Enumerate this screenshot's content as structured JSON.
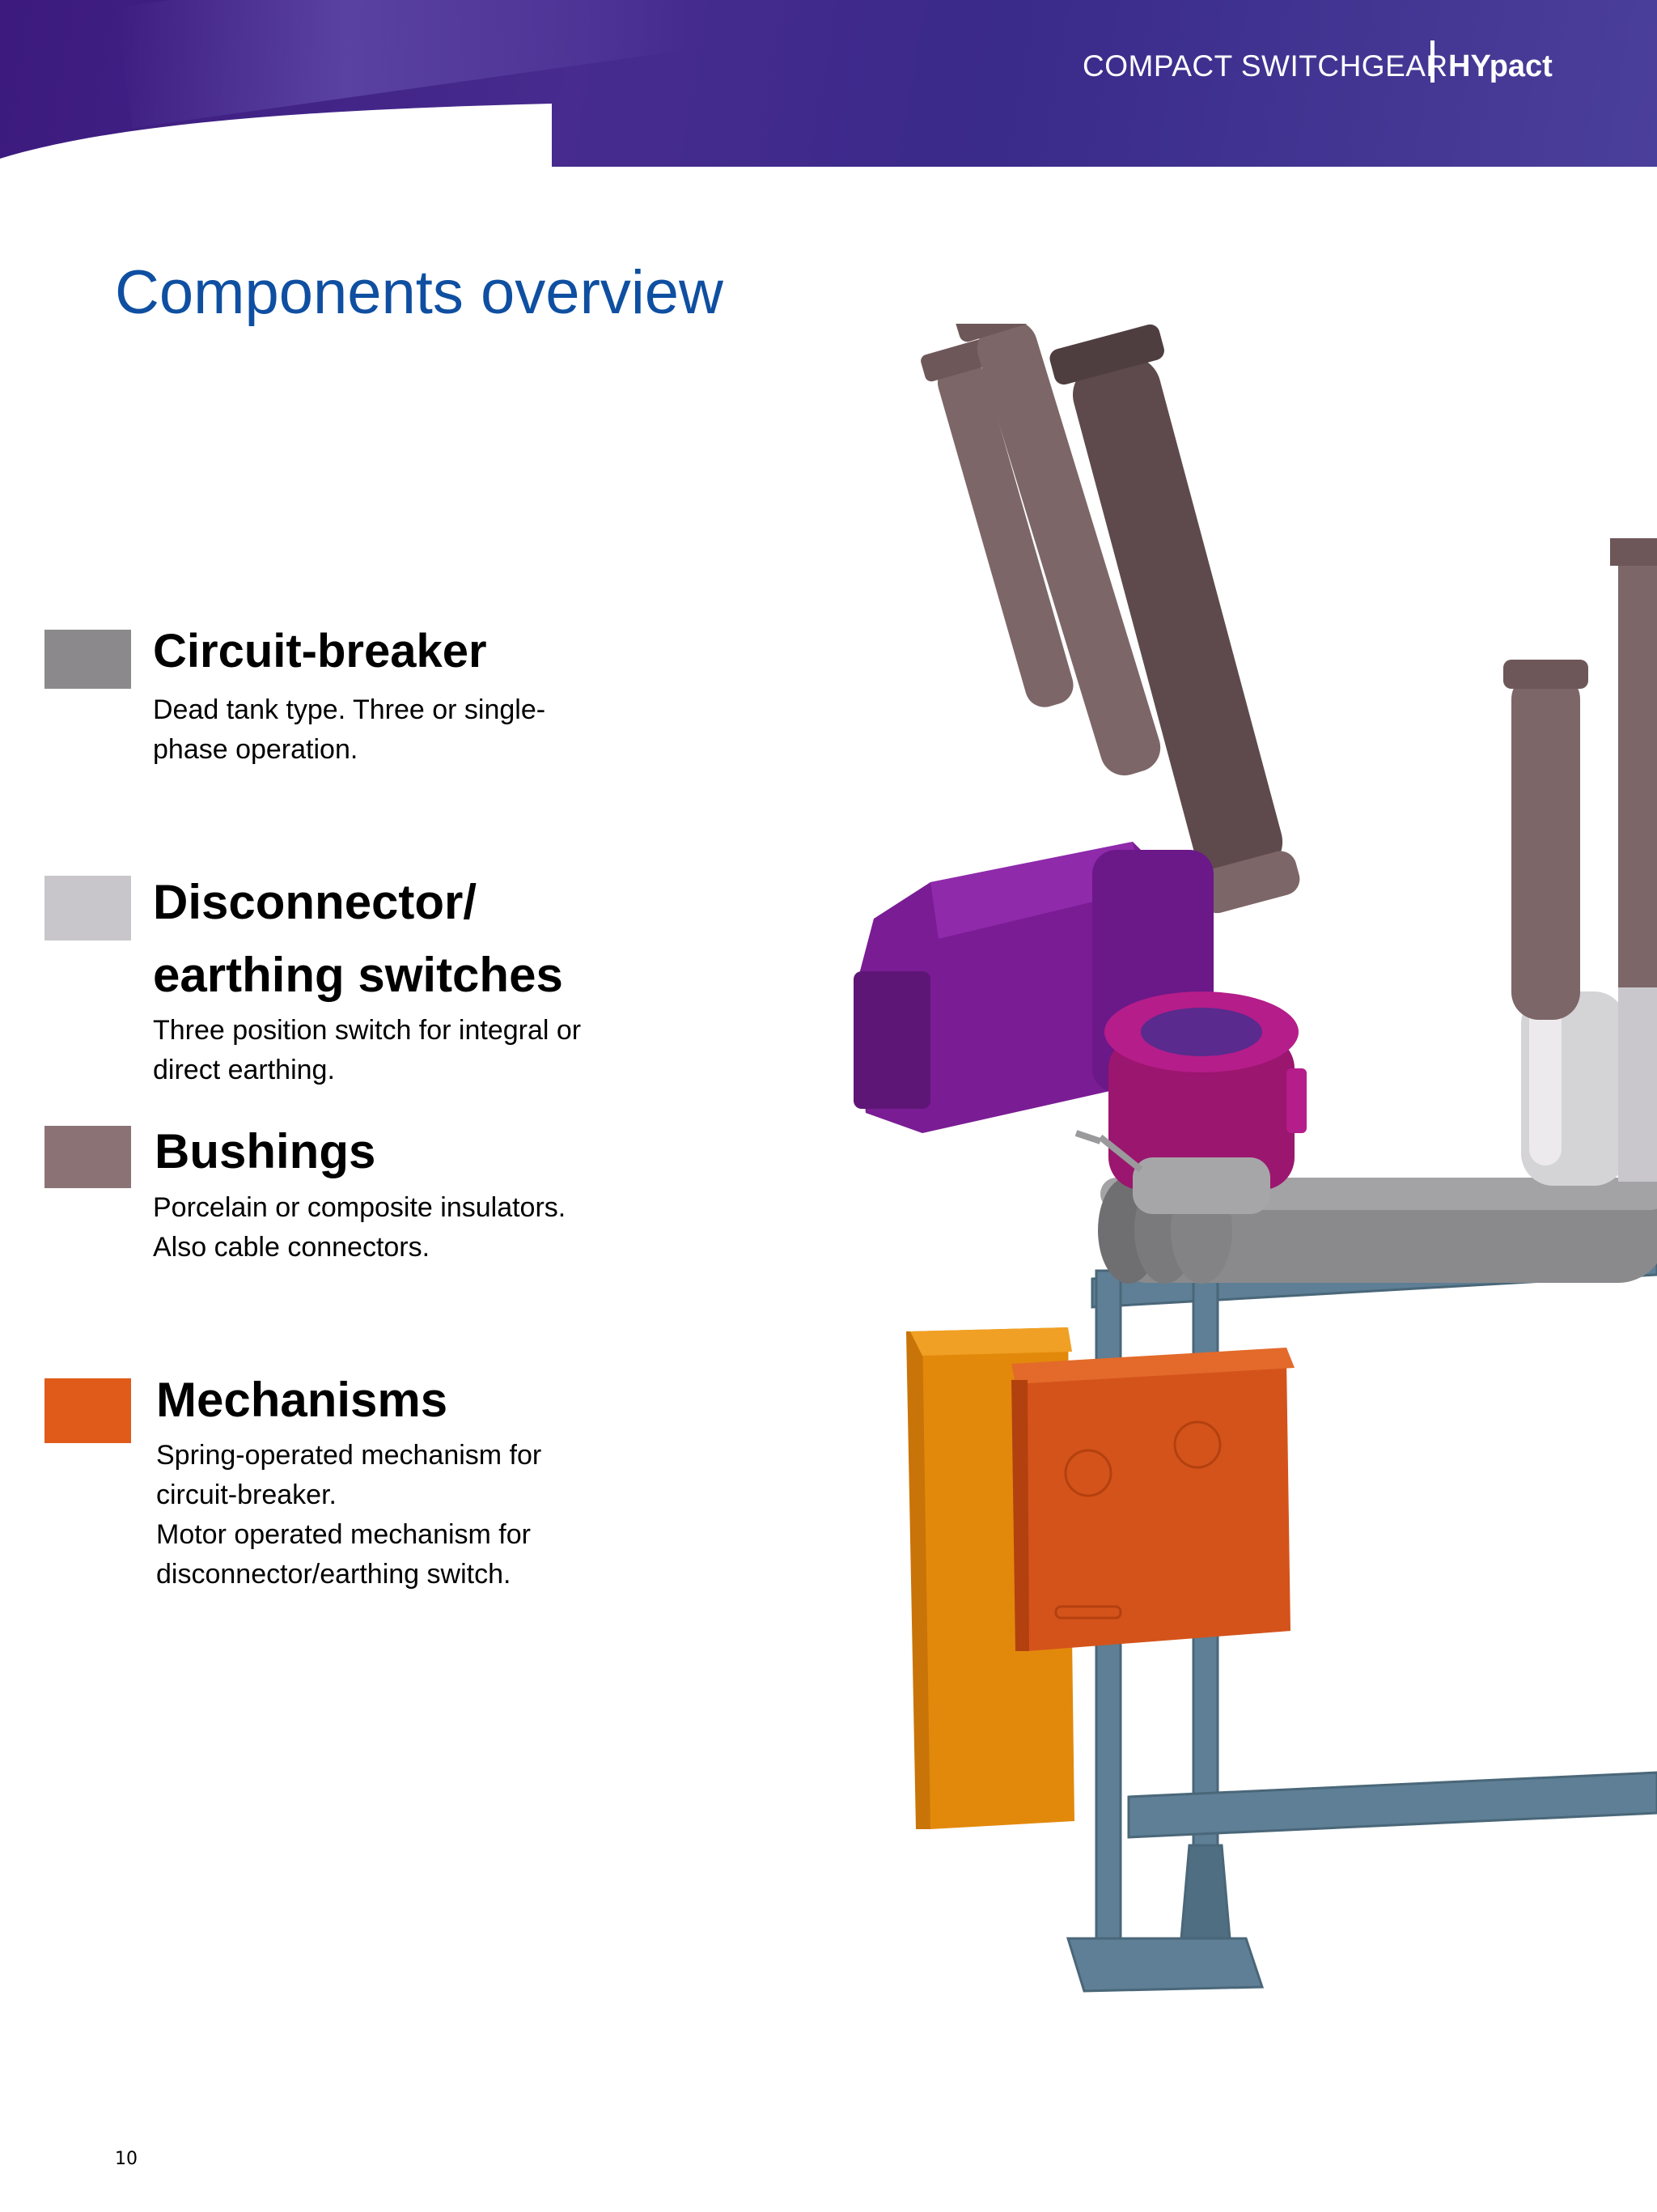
{
  "header": {
    "series": "COMPACT SWITCHGEAR",
    "brand": "HYpact"
  },
  "page_title": "Components overview",
  "components": [
    {
      "heading": "Circuit-breaker",
      "description_lines": [
        "Dead tank type. Three or single-",
        "phase operation."
      ],
      "color": "#8b898c"
    },
    {
      "heading_lines": [
        "Disconnector/",
        "earthing switches"
      ],
      "description_lines": [
        "Three position switch for integral or",
        "direct earthing."
      ],
      "color": "#c8c6ca"
    },
    {
      "heading": "Bushings",
      "description_lines": [
        "Porcelain or composite insulators.",
        "Also cable connectors."
      ],
      "color": "#8b7375"
    },
    {
      "heading": "Mechanisms",
      "description_lines": [
        "Spring-operated mechanism for",
        "circuit-breaker.",
        "Motor operated mechanism for",
        "disconnector/earthing switch."
      ],
      "color": "#e05a1a"
    }
  ],
  "illustration_colors": {
    "bushing": "#7d6668",
    "bushing_dark": "#5e4a4c",
    "breaker_tank": "#8a8a8d",
    "disconnector": "#7a1c94",
    "earthing_ring": "#b51d8a",
    "insulator_light": "#d4d3d6",
    "frame": "#5e7f95",
    "control_cabinet": "#e2890b",
    "mechanism_box": "#d4531b"
  },
  "page_number": "10"
}
